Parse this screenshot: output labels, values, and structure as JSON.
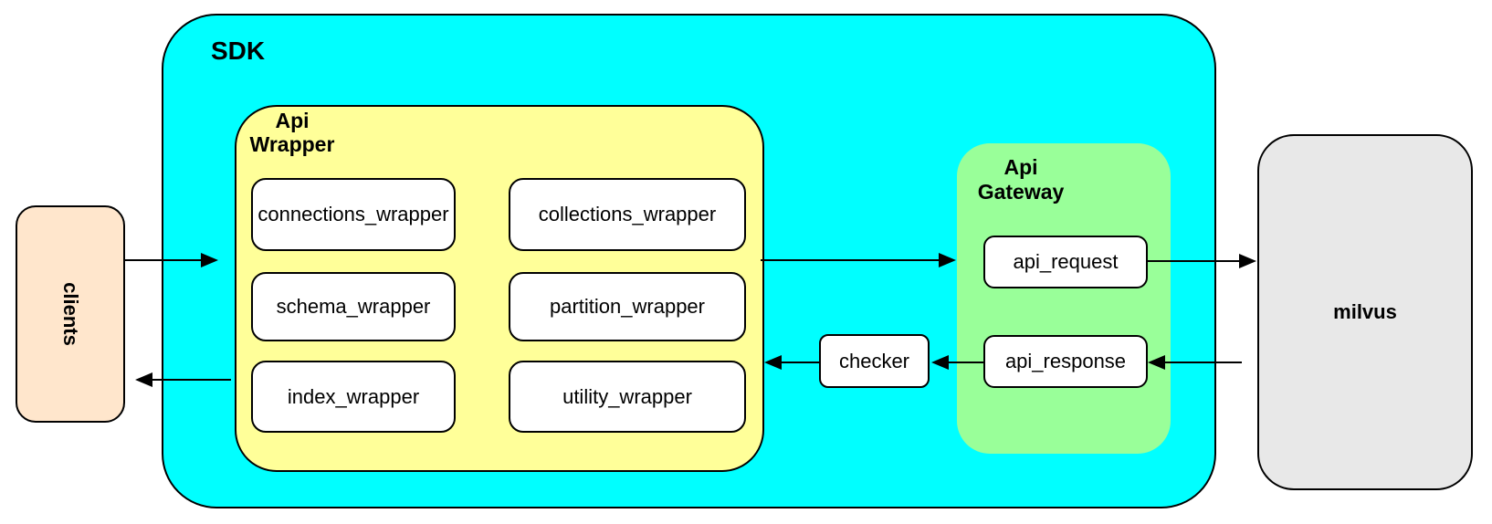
{
  "diagram": {
    "sdk": {
      "label": "SDK"
    },
    "clients": {
      "label": "clients"
    },
    "api_wrapper": {
      "title_line1": "Api",
      "title_line2": "Wrapper",
      "boxes": [
        {
          "label": "connections_wrapper"
        },
        {
          "label": "collections_wrapper"
        },
        {
          "label": "schema_wrapper"
        },
        {
          "label": "partition_wrapper"
        },
        {
          "label": "index_wrapper"
        },
        {
          "label": "utility_wrapper"
        }
      ]
    },
    "checker": {
      "label": "checker"
    },
    "api_gateway": {
      "title_line1": "Api",
      "title_line2": "Gateway",
      "boxes": [
        {
          "label": "api_request"
        },
        {
          "label": "api_response"
        }
      ]
    },
    "milvus": {
      "label": "milvus"
    },
    "edges": [
      {
        "from": "clients",
        "to": "SDK"
      },
      {
        "from": "Api Wrapper",
        "to": "api_request"
      },
      {
        "from": "api_request",
        "to": "milvus"
      },
      {
        "from": "milvus",
        "to": "api_response"
      },
      {
        "from": "api_response",
        "to": "checker"
      },
      {
        "from": "checker",
        "to": "Api Wrapper"
      },
      {
        "from": "SDK",
        "to": "clients"
      }
    ],
    "colors": {
      "sdk_fill": "#00FFFF",
      "api_wrapper_fill": "#FFFF99",
      "api_gateway_fill": "#99FF99",
      "clients_fill": "#FFE6CC",
      "milvus_fill": "#E8E8E8",
      "node_fill": "#FFFFFF",
      "line": "#000000",
      "text": "#000000"
    }
  }
}
